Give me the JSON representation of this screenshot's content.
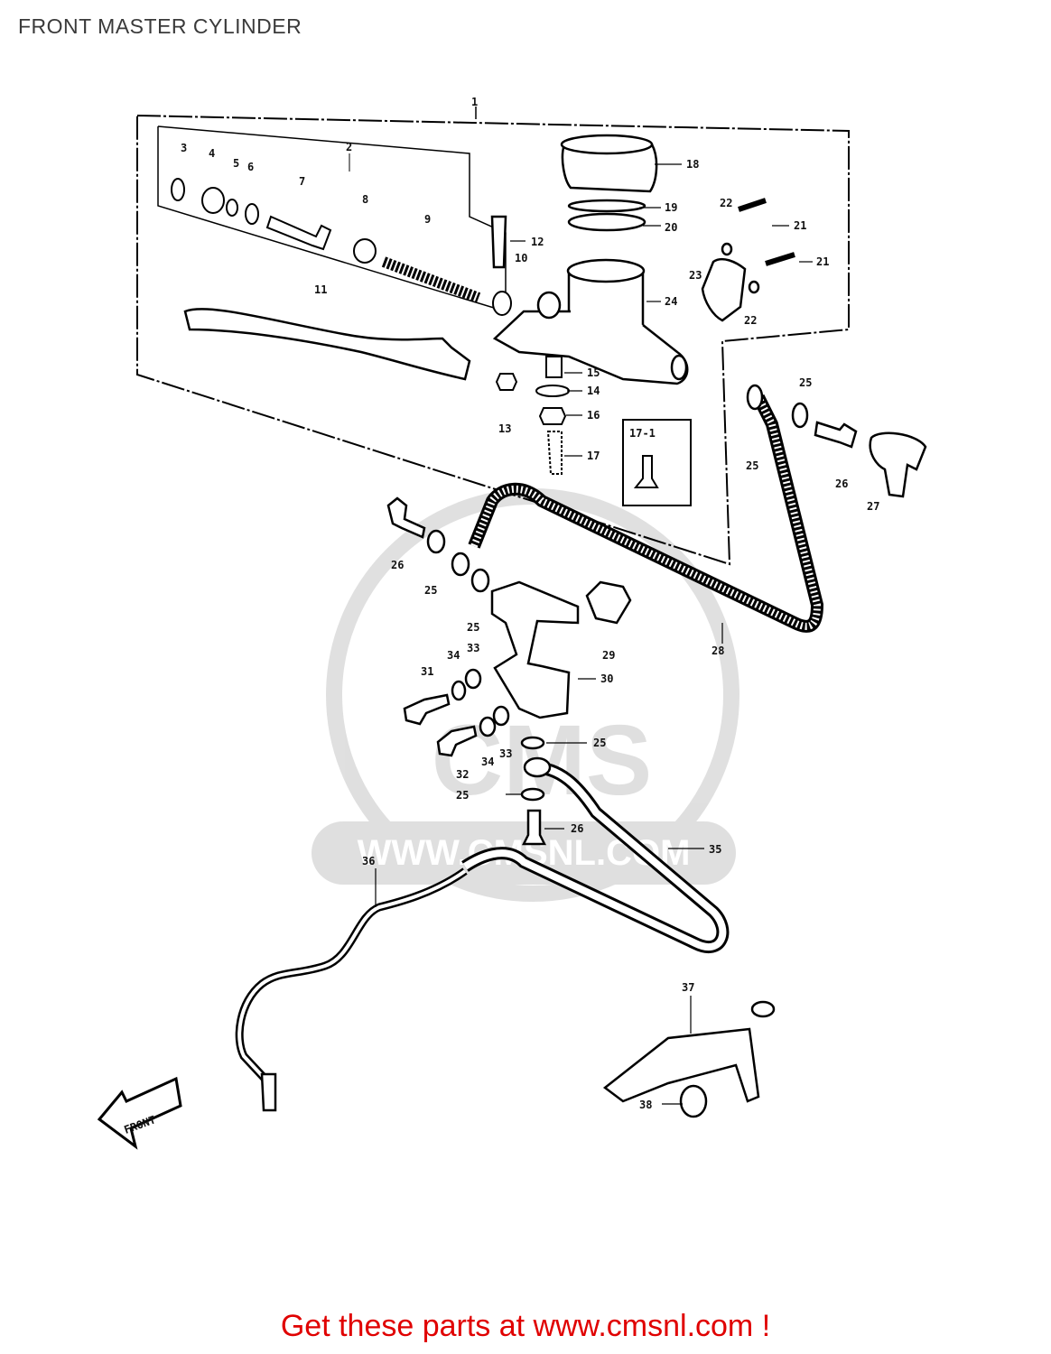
{
  "page": {
    "title": "FRONT MASTER CYLINDER"
  },
  "footer": {
    "link_text": "Get these parts at www.cmsnl.com !"
  },
  "diagram": {
    "callouts": [
      "1",
      "2",
      "3",
      "4",
      "5",
      "6",
      "7",
      "8",
      "9",
      "10",
      "11",
      "12",
      "13",
      "14",
      "15",
      "16",
      "17",
      "17-1",
      "18",
      "19",
      "20",
      "21",
      "21",
      "22",
      "22",
      "23",
      "24",
      "25",
      "25",
      "25",
      "25",
      "25",
      "25",
      "26",
      "26",
      "26",
      "27",
      "28",
      "29",
      "30",
      "31",
      "32",
      "33",
      "33",
      "34",
      "34",
      "35",
      "36",
      "37",
      "38"
    ],
    "front_arrow_label": "FRONT",
    "watermark": {
      "brand": "CMS",
      "url": "WWW.CMSNL.COM"
    }
  }
}
